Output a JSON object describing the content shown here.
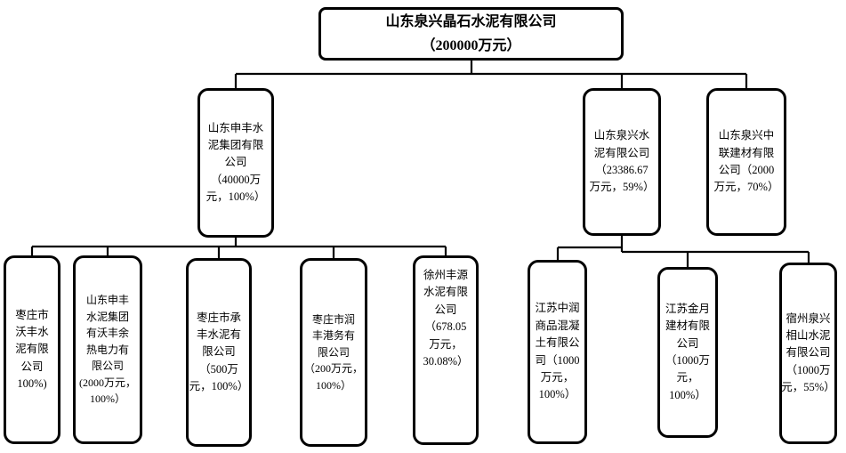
{
  "title": "股权结构图",
  "accent_color": "#000000",
  "background_color": "#ffffff",
  "nodes": {
    "root": "山东泉兴晶石水泥有限公司\n（200000万元）",
    "shenfeng": "山东申丰水\n泥集团有限\n公司\n（40000万\n元，100%）",
    "quanxing": "山东泉兴水\n泥有限公司\n（23386.67\n万元，59%）",
    "zhonglian": "山东泉兴中\n联建材有限\n公司（2000\n万元，70%）",
    "wofeng": "枣庄市\n沃丰水\n泥有限\n公司\n100%)",
    "yure": "山东申丰\n水泥集团\n有沃丰余\n热电力有\n限公司\n(2000万元，\n100%）",
    "chengfeng": "枣庄市承\n丰水泥有\n限公司\n（500万\n元，100%）",
    "runfeng": "枣庄市润\n丰港务有\n限公司\n（200万元，\n100%）",
    "fengyuan": "徐州丰源\n水泥有限\n公司\n（678.05\n万元，\n30.08%）",
    "zhongrun": "江苏中润\n商品混凝\n土有限公\n司（1000\n万元，\n100%）",
    "jinyue": "江苏金月\n建材有限\n公司\n（1000万\n元，\n100%）",
    "xiangshan": "宿州泉兴\n相山水泥\n有限公司\n（1000万\n元，55%）"
  },
  "edges": [
    [
      "root",
      "shenfeng"
    ],
    [
      "root",
      "quanxing"
    ],
    [
      "root",
      "zhonglian"
    ],
    [
      "shenfeng",
      "wofeng"
    ],
    [
      "shenfeng",
      "yure"
    ],
    [
      "shenfeng",
      "chengfeng"
    ],
    [
      "shenfeng",
      "runfeng"
    ],
    [
      "shenfeng",
      "fengyuan"
    ],
    [
      "quanxing",
      "zhongrun"
    ],
    [
      "quanxing",
      "jinyue"
    ],
    [
      "quanxing",
      "xiangshan"
    ]
  ]
}
